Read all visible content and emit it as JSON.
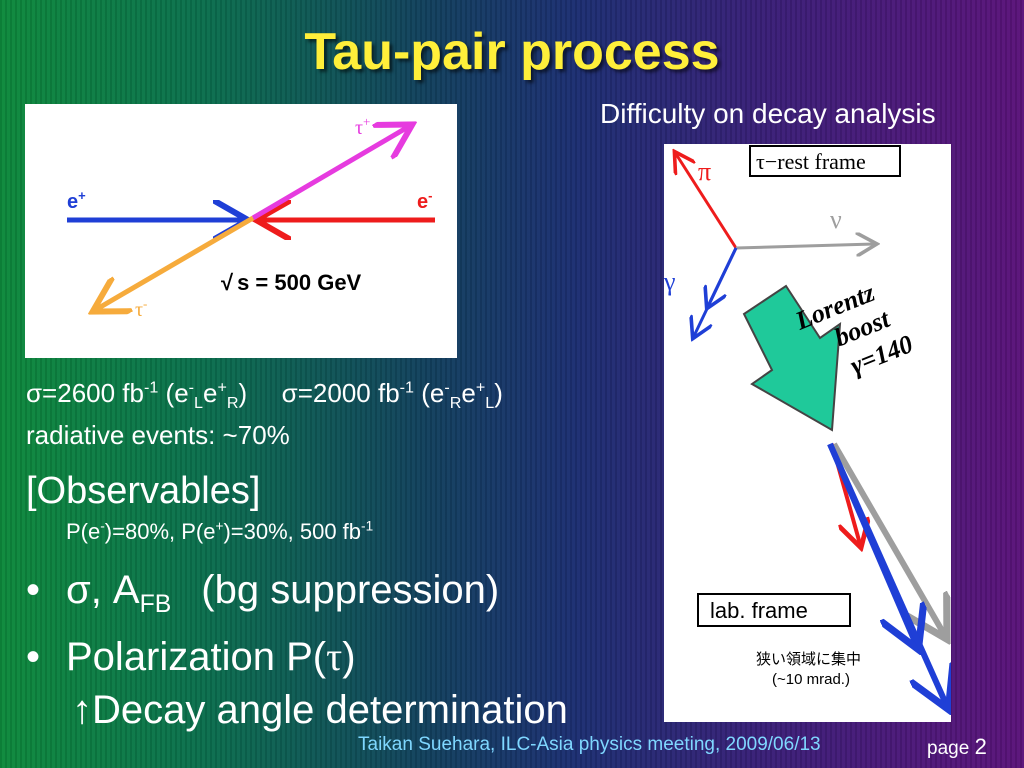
{
  "slide": {
    "title": "Tau-pair process",
    "subtitle": "Difficulty on decay analysis"
  },
  "diagram_left": {
    "e_plus": "e",
    "e_plus_sup": "+",
    "e_minus": "e",
    "e_minus_sup": "-",
    "tau_plus": "τ",
    "tau_plus_sup": "+",
    "tau_minus": "τ",
    "tau_minus_sup": "-",
    "energy_root": "√",
    "energy": "s = 500 GeV",
    "colors": {
      "e_plus": "#1f3fd6",
      "e_minus": "#ee1c1c",
      "tau_plus": "#e63bdf",
      "tau_minus": "#f6ab3c"
    }
  },
  "diagram_right": {
    "rest_frame": "τ−rest frame",
    "pi": "π",
    "nu": "ν",
    "gamma": "γ",
    "boost_line1": "Lorentz",
    "boost_line2": "boost",
    "boost_line3": "γ=140",
    "lab_frame": "lab. frame",
    "note_line1": "狭い領域に集中",
    "note_line2": "(~10 mrad.)",
    "colors": {
      "pi": "#ee1c1c",
      "nu": "#9e9e9e",
      "gamma": "#1f3fd6",
      "boost_arrow": "#1fc99a"
    }
  },
  "cross_sections": {
    "s1_prefix": "σ=2600 fb",
    "s1_exp": "-1",
    "s1_open": " (e",
    "s1_e_sup": "-",
    "s1_e_sub": "L",
    "s1_p": "e",
    "s1_p_sup": "+",
    "s1_p_sub": "R",
    "s1_close": ")",
    "s2_prefix": "σ=2000 fb",
    "s2_exp": "-1",
    "s2_open": " (e",
    "s2_e_sup": "-",
    "s2_e_sub": "R",
    "s2_p": "e",
    "s2_p_sup": "+",
    "s2_p_sub": "L",
    "s2_close": ")"
  },
  "radiative": "radiative events: ~70%",
  "observables": {
    "heading": "[Observables]",
    "cond_a": "P(e",
    "cond_a_sup": "-",
    "cond_b": ")=80%, P(e",
    "cond_b_sup": "+",
    "cond_c": ")=30%, 500 fb",
    "cond_c_sup": "-1"
  },
  "bullets": {
    "marker": "•",
    "b1_a": "σ, A",
    "b1_sub": "FB",
    "b1_b": "(bg suppression)",
    "b2_a": "Polarization P(",
    "b2_tau": "τ",
    "b2_b": ")",
    "b3_arrow": "↑",
    "b3_text": "Decay angle determination"
  },
  "footer": {
    "credit": "Taikan Suehara, ILC-Asia physics meeting, 2009/06/13",
    "page_label": "page",
    "page_number": "2"
  }
}
